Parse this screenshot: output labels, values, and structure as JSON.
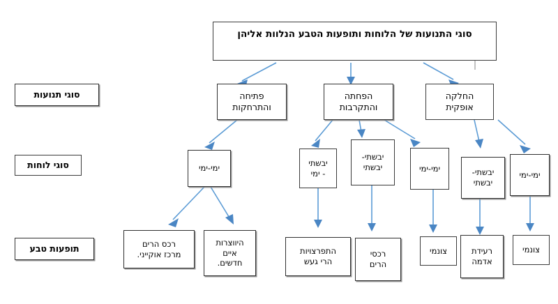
{
  "diagram": {
    "title": "סוגי התנועות של הלוחות  ותופעות הטבע הנלוות אליהן",
    "language": "he",
    "direction": "rtl",
    "colors": {
      "arrow": "#5b9bd5",
      "arrow_head": "#4a86c4",
      "box_border": "#3a3a3a",
      "background": "#ffffff",
      "text": "#000000"
    },
    "row_labels": [
      {
        "id": "movement-types",
        "label": "סוגי תנועות"
      },
      {
        "id": "plate-types",
        "label": "סוגי לוחות"
      },
      {
        "id": "nature-phenomena",
        "label": "תופעות טבע"
      }
    ],
    "level2": [
      {
        "id": "opening-separating",
        "label": "פתיחה\nוהתרחקות"
      },
      {
        "id": "subduction-converging",
        "label": "הפחתה\nוהתקרבות"
      },
      {
        "id": "horizontal-sliding",
        "label": "החלקה\nאופקית"
      }
    ],
    "level3": [
      {
        "id": "plate-ocean-ocean-a",
        "label": "ימי-ימי"
      },
      {
        "id": "plate-land-ocean",
        "label": "יבשתי\n- ימי"
      },
      {
        "id": "plate-land-land-a",
        "label": "יבשתי-\nיבשתי"
      },
      {
        "id": "plate-ocean-ocean-b",
        "label": "ימי-ימי"
      },
      {
        "id": "plate-land-land-b",
        "label": "יבשתי-\nיבשתי"
      },
      {
        "id": "plate-ocean-ocean-c",
        "label": "ימי-ימי"
      }
    ],
    "level4": [
      {
        "id": "mountain-ridge-ocean-center",
        "label": "רכס הרים\nמרכז אוקייני."
      },
      {
        "id": "new-islands-formation",
        "label": "היווצרות\nאיים\nחדשים."
      },
      {
        "id": "volcano-eruptions",
        "label": "התפרצויות\nהרי געש"
      },
      {
        "id": "mountain-ridges",
        "label": "רכסי\nהרים"
      },
      {
        "id": "tsunami-a",
        "label": "צונמי"
      },
      {
        "id": "earthquake",
        "label": "רעידת\nאדמה"
      },
      {
        "id": "tsunami-b",
        "label": "צונמי"
      }
    ]
  }
}
